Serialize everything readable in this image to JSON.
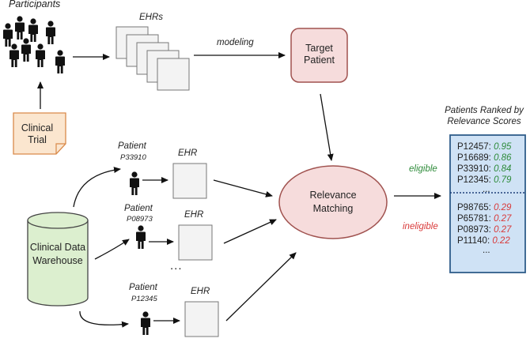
{
  "participants": {
    "label": "Participants"
  },
  "ehrs": {
    "label": "EHRs"
  },
  "edge": {
    "modeling": "modeling"
  },
  "target": {
    "label": "Target Patient"
  },
  "trial": {
    "label": "Clinical Trial"
  },
  "warehouse": {
    "label": "Clinical Data Warehouse"
  },
  "matching": {
    "label": "Relevance Matching"
  },
  "patients": [
    {
      "label": "Patient",
      "id": "P33910",
      "ehr": "EHR"
    },
    {
      "label": "Patient",
      "id": "P08973",
      "ehr": "EHR"
    },
    {
      "label": "Patient",
      "id": "P12345",
      "ehr": "EHR"
    }
  ],
  "ellipsis": "...",
  "ranking": {
    "title_line1": "Patients Ranked by",
    "title_line2": "Relevance Scores",
    "eligible_label": "eligible",
    "ineligible_label": "ineligible",
    "eligible": [
      {
        "id": "P12457:",
        "score": "0.95"
      },
      {
        "id": "P16689:",
        "score": "0.86"
      },
      {
        "id": "P33910:",
        "score": "0.84"
      },
      {
        "id": "P12345:",
        "score": "0.79"
      }
    ],
    "eligible_more": "...",
    "ineligible": [
      {
        "id": "P98765:",
        "score": "0.29"
      },
      {
        "id": "P65781:",
        "score": "0.27"
      },
      {
        "id": "P08973:",
        "score": "0.27"
      },
      {
        "id": "P11140:",
        "score": "0.22"
      }
    ],
    "ineligible_more": "..."
  },
  "colors": {
    "eligible": "#2e8b3a",
    "ineligible": "#d93a3a",
    "target_fill": "#f6dcdc",
    "target_stroke": "#a0524f",
    "trial_fill": "#fbe6cf",
    "trial_stroke": "#d98a4a",
    "warehouse_fill": "#dcefcf",
    "warehouse_stroke": "#444444",
    "ranking_fill": "#cfe2f5",
    "ranking_stroke": "#2f5d8a"
  }
}
